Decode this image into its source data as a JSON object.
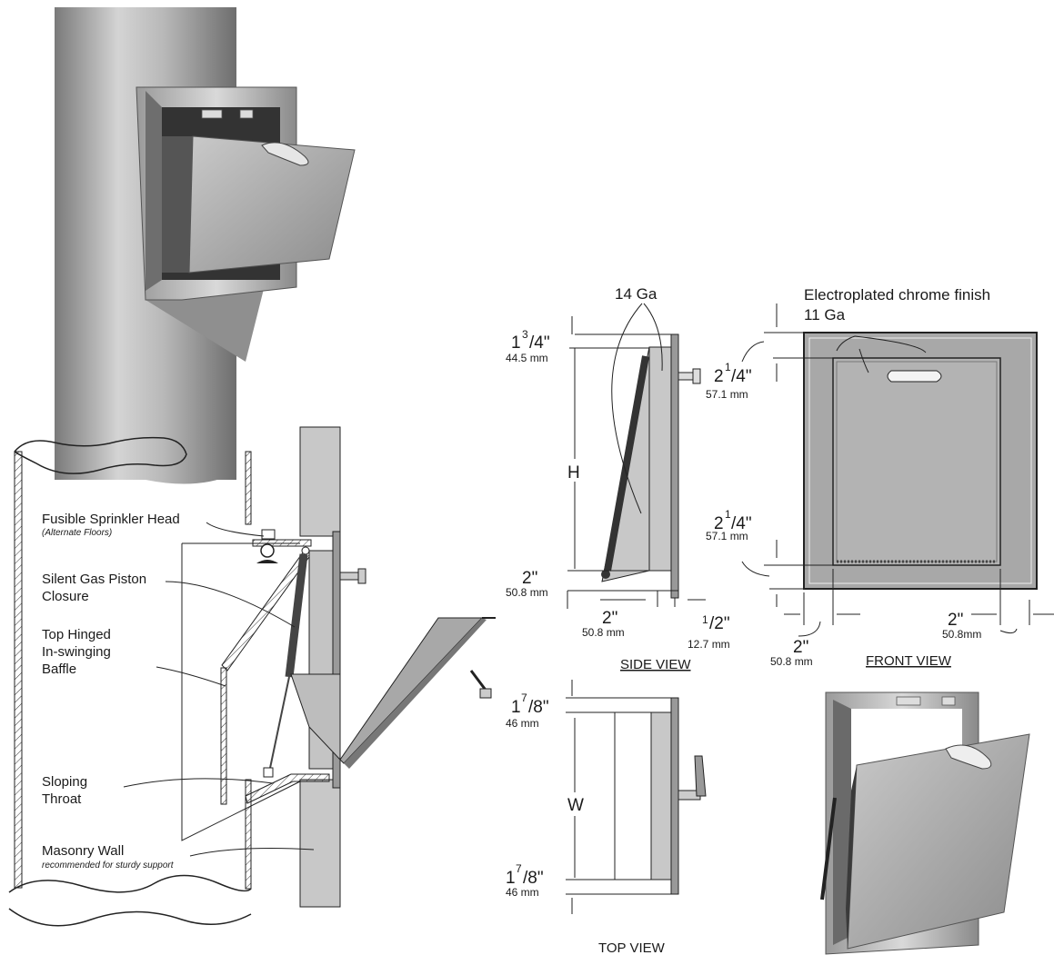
{
  "callouts": {
    "sprinkler": "Fusible Sprinkler Head",
    "sprinkler_note": "(Alternate Floors)",
    "piston_1": "Silent Gas Piston",
    "piston_2": "Closure",
    "baffle_1": "Top Hinged",
    "baffle_2": "In-swinging",
    "baffle_3": "Baffle",
    "throat_1": "Sloping",
    "throat_2": "Throat",
    "wall": "Masonry Wall",
    "wall_note": "recommended for sturdy support"
  },
  "side_view": {
    "title": "SIDE VIEW",
    "gauge": "14 Ga",
    "top_in_whole": "1",
    "top_in_num": "3",
    "top_in_den": "/4\"",
    "top_mm": "44.5 mm",
    "height_label": "H",
    "bottom_in": "2\"",
    "bottom_mm": "50.8 mm",
    "depth_in": "2\"",
    "depth_mm": "50.8 mm",
    "flange_in_num": "1",
    "flange_in_den": "/2\"",
    "flange_mm": "12.7 mm"
  },
  "front_view": {
    "title": "FRONT VIEW",
    "finish": "Electroplated chrome finish",
    "gauge": "11 Ga",
    "top_in_whole": "2",
    "top_in_num": "1",
    "top_in_den": "/4\"",
    "top_mm": "57.1 mm",
    "bottom_in_whole": "2",
    "bottom_in_num": "1",
    "bottom_in_den": "/4\"",
    "bottom_mm": "57.1 mm",
    "left_in": "2\"",
    "left_mm": "50.8 mm",
    "right_in": "2\"",
    "right_mm": "50.8mm"
  },
  "top_view": {
    "title": "TOP VIEW",
    "width_label": "W",
    "top_in_whole": "1",
    "top_in_num": "7",
    "top_in_den": "/8\"",
    "top_mm": "46 mm",
    "bottom_in_whole": "1",
    "bottom_in_num": "7",
    "bottom_in_den": "/8\"",
    "bottom_mm": "46 mm"
  }
}
